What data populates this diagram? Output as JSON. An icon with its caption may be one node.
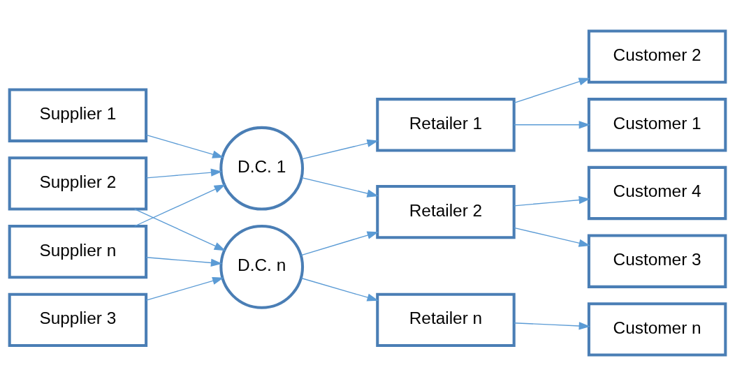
{
  "diagram": {
    "nodes": [
      {
        "text": [
          "Supplier 1"
        ]
      },
      {
        "text": [
          "Supplier 2"
        ]
      },
      {
        "text": [
          "Supplier 3"
        ]
      },
      {
        "text": [
          "Supplier n"
        ]
      },
      {
        "text": [
          "D.C. 1"
        ]
      },
      {
        "text": [
          "D.C. n"
        ]
      },
      {
        "text": [
          "Retailer 1"
        ]
      },
      {
        "text": [
          "Retailer 2"
        ]
      },
      {
        "text": [
          "Retailer n"
        ]
      },
      {
        "text": [
          "Customer 1"
        ]
      },
      {
        "text": [
          "Customer 2"
        ]
      },
      {
        "text": [
          "Customer 3"
        ]
      },
      {
        "text": [
          "Customer 4"
        ]
      },
      {
        "text": [
          "Customer n"
        ]
      }
    ],
    "edges": [
      {
        "from": 0,
        "to": 4,
        "arrow": "to"
      },
      {
        "from": 1,
        "to": 4,
        "arrow": "to"
      },
      {
        "from": 1,
        "to": 5,
        "arrow": "to"
      },
      {
        "from": 2,
        "to": 5,
        "arrow": "to"
      },
      {
        "from": 3,
        "to": 4,
        "arrow": "to"
      },
      {
        "from": 3,
        "to": 5,
        "arrow": "to"
      },
      {
        "from": 4,
        "to": 6,
        "arrow": "to"
      },
      {
        "from": 4,
        "to": 7,
        "arrow": "to"
      },
      {
        "from": 5,
        "to": 7,
        "arrow": "to"
      },
      {
        "from": 5,
        "to": 8,
        "arrow": "to"
      },
      {
        "from": 6,
        "to": 9,
        "arrow": "to"
      },
      {
        "from": 6,
        "to": 10,
        "arrow": "to"
      },
      {
        "from": 7,
        "to": 11,
        "arrow": "to"
      },
      {
        "from": 7,
        "to": 12,
        "arrow": "to"
      },
      {
        "from": 8,
        "to": 13,
        "arrow": "to"
      }
    ]
  }
}
